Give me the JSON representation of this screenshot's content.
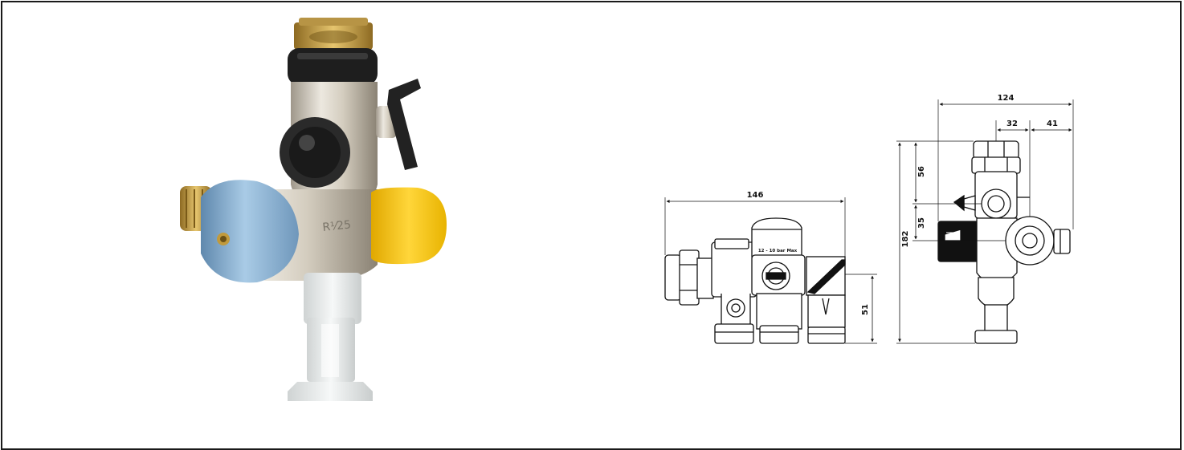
{
  "photo": {
    "body_marking": "R⅟25"
  },
  "front_view": {
    "width_dim": "146",
    "height_dim": "51",
    "pressure_label": "12 - 10 bar Max"
  },
  "side_view": {
    "total_width_dim": "124",
    "left_offset_dim": "32",
    "right_offset_dim": "41",
    "top_dim": "56",
    "mid_dim": "35",
    "height_dim": "182"
  },
  "colors": {
    "brass": "#c9a24a",
    "chrome": "#d8d2c4",
    "blue_knob": "#8fb6d6",
    "yellow_cap": "#f2c21b",
    "black": "#1e1e1e",
    "white_part": "#eceeee"
  }
}
